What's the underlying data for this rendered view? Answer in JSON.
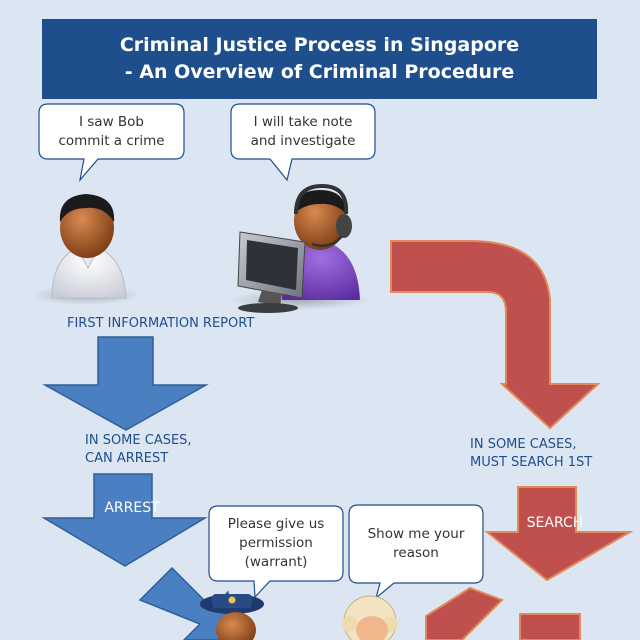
{
  "title": {
    "line1": "Criminal Justice Process in Singapore",
    "line2": "- An Overview of Criminal Procedure"
  },
  "bubbles": {
    "witness": {
      "line1": "I saw Bob",
      "line2": "commit a crime"
    },
    "officer": {
      "line1": "I will take note",
      "line2": "and investigate"
    },
    "police": {
      "line1": "Please give us",
      "line2": "permission",
      "line3": "(warrant)"
    },
    "judge": {
      "line1": "Show me your",
      "line2": "reason"
    }
  },
  "labels": {
    "first_report": "FIRST INFORMATION REPORT",
    "arrest_cases": {
      "line1": "IN SOME CASES,",
      "line2": "CAN ARREST"
    },
    "search_cases": {
      "line1": "IN SOME CASES,",
      "line2": "MUST SEARCH 1ST"
    }
  },
  "arrows": {
    "arrest": "ARREST",
    "search": "SEARCH"
  },
  "colors": {
    "background": "#dce6f2",
    "title_bg": "#1f4e8c",
    "blue_arrow": "#4a7fc1",
    "red_arrow": "#c0504d",
    "label_text": "#1f4e8c"
  }
}
